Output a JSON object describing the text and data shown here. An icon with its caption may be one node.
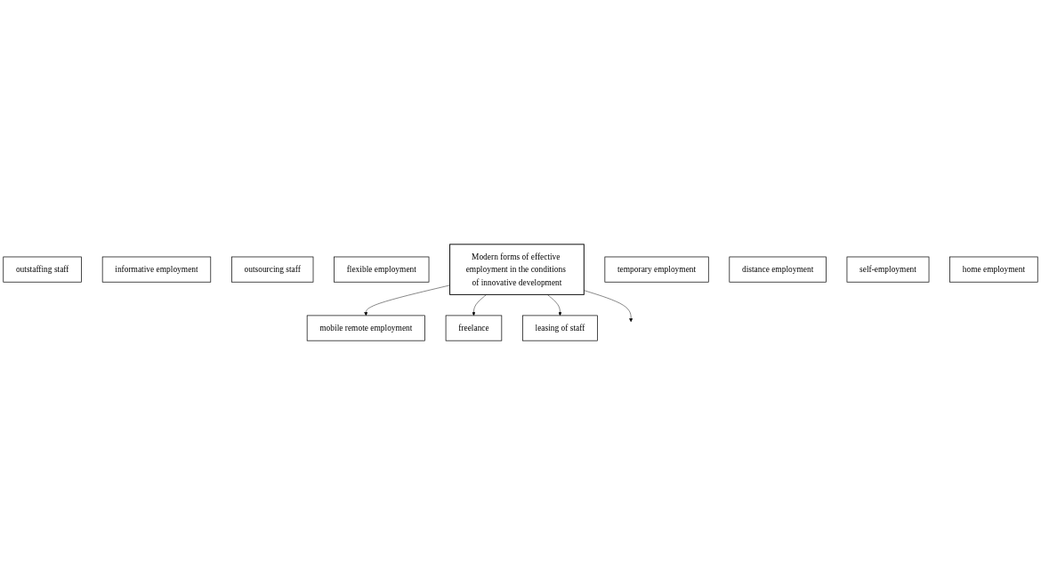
{
  "diagram": {
    "nodes": [
      {
        "text": [
          "outstaffing staff"
        ]
      },
      {
        "text": [
          "mobile remote employment"
        ]
      },
      {
        "text": [
          "informative employment"
        ]
      },
      {
        "text": [
          "outsourcing staff"
        ]
      },
      {
        "text": [
          "flexible employment"
        ]
      },
      {
        "text": [
          "Modern forms of effective employment in the conditions of innovative development"
        ]
      },
      {
        "text": [
          "freelance"
        ]
      },
      {
        "text": [
          "leasing of staff"
        ]
      },
      {
        "text": [
          "temporary employment"
        ]
      },
      {
        "text": [
          "distance employment"
        ]
      },
      {
        "text": [
          "self-employment"
        ]
      },
      {
        "text": [
          "home employment"
        ]
      }
    ],
    "edges": [
      {
        "from": 5,
        "to": 1,
        "arrow": "to"
      },
      {
        "from": 5,
        "to": 6,
        "arrow": "to"
      },
      {
        "from": 5,
        "to": 7,
        "arrow": "to"
      },
      {
        "from": 5,
        "to": null,
        "arrow": "to"
      }
    ]
  }
}
